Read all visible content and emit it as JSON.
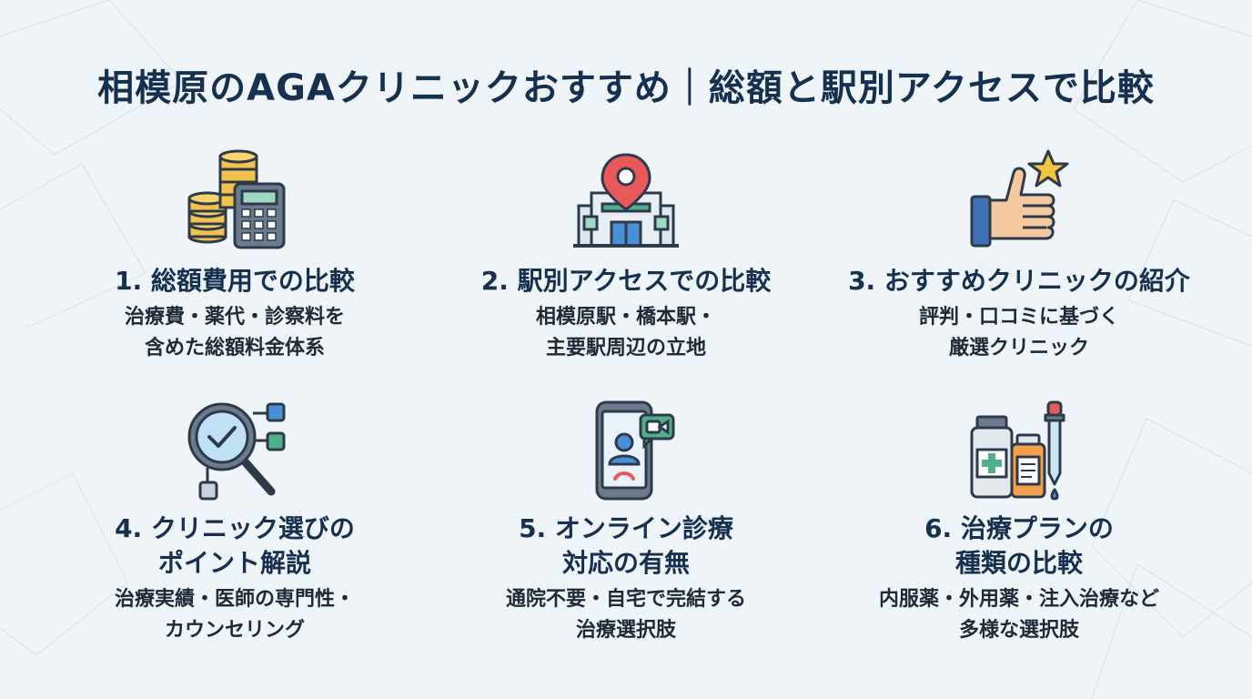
{
  "title": "相模原のAGAクリニックおすすめ｜総額と駅別アクセスで比較",
  "items": [
    {
      "icon": "coins-calculator-icon",
      "title": [
        "1. 総額費用での比較"
      ],
      "desc": [
        "治療費・薬代・診察料を",
        "含めた総額料金体系"
      ]
    },
    {
      "icon": "station-location-pin-icon",
      "title": [
        "2. 駅別アクセスでの比較"
      ],
      "desc": [
        "相模原駅・橋本駅・",
        "主要駅周辺の立地"
      ]
    },
    {
      "icon": "thumbs-up-star-icon",
      "title": [
        "3. おすすめクリニックの紹介"
      ],
      "desc": [
        "評判・口コミに基づく",
        "厳選クリニック"
      ]
    },
    {
      "icon": "magnifier-check-icon",
      "title": [
        "4. クリニック選びの",
        "ポイント解説"
      ],
      "desc": [
        "治療実績・医師の専門性・",
        "カウンセリング"
      ]
    },
    {
      "icon": "smartphone-video-call-icon",
      "title": [
        "5. オンライン診療",
        "対応の有無"
      ],
      "desc": [
        "通院不要・自宅で完結する",
        "治療選択肢"
      ]
    },
    {
      "icon": "medicine-bottles-dropper-icon",
      "title": [
        "6. 治療プランの",
        "種類の比較"
      ],
      "desc": [
        "内服薬・外用薬・注入治療など",
        "多様な選択肢"
      ]
    }
  ]
}
